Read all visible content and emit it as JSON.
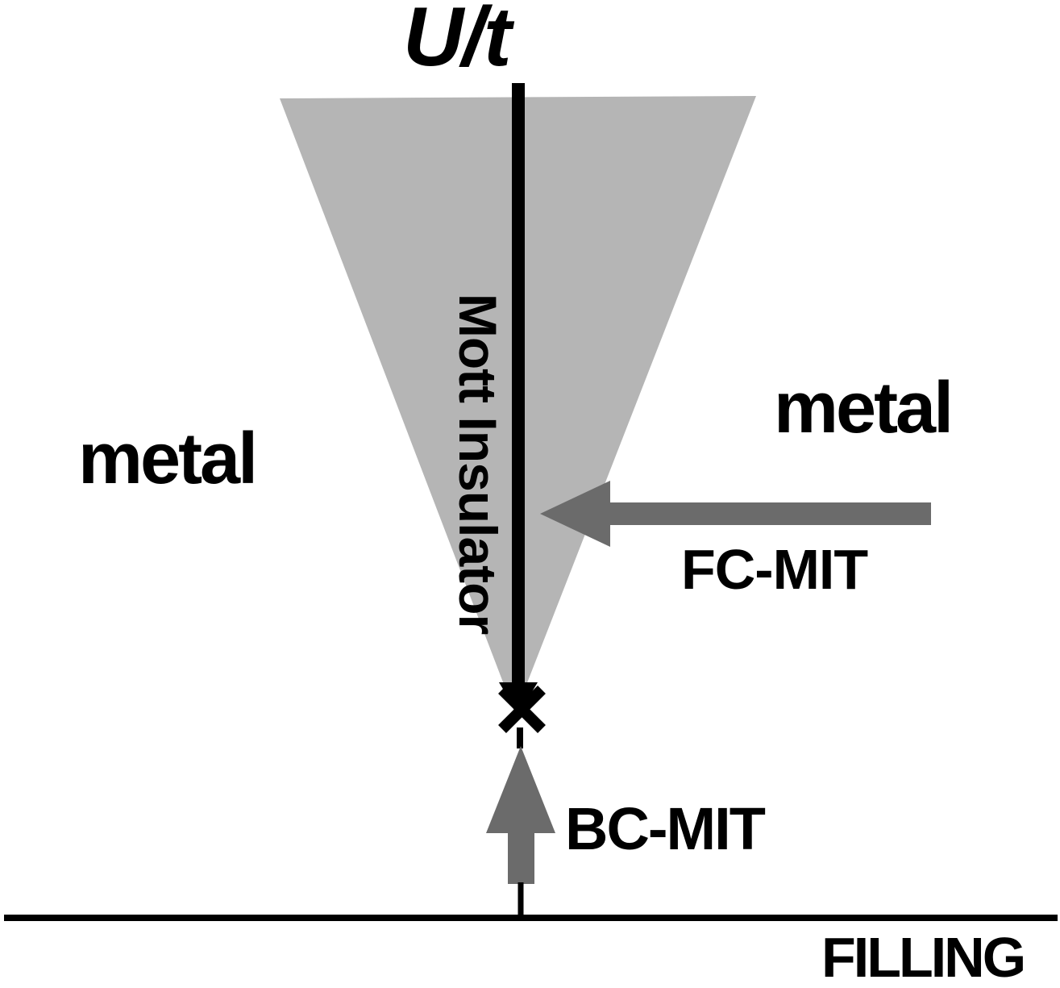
{
  "figure": {
    "y_axis": {
      "label": "U/t"
    },
    "x_axis": {
      "label": "FILLING"
    },
    "regions": {
      "metal_left": "metal",
      "metal_right": "metal",
      "mott_insulator": "Mott Insulator"
    },
    "transitions": {
      "fc_mit": "FC-MIT",
      "bc_mit": "BC-MIT"
    },
    "markers": {
      "critical_point": "x-marker"
    },
    "colors": {
      "background": "#ffffff",
      "insulator_region": "#b5b5b5",
      "transition_arrow": "#6b6b6b",
      "line": "#000000"
    }
  }
}
